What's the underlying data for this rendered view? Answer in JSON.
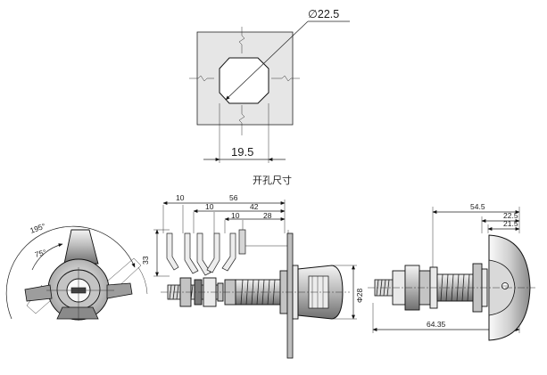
{
  "cutout": {
    "diameter_label": "∅22.5",
    "width_label": "19.5",
    "caption": "开孔尺寸"
  },
  "front_view": {
    "angle_outer": "195°",
    "angle_inner": "75°"
  },
  "side_view": {
    "dim_overall": "56",
    "dim_10_top": "10",
    "dim_10_mid": "10",
    "dim_42": "42",
    "dim_10_low": "10",
    "dim_28": "28",
    "dim_height": "33",
    "dim_diameter": "Φ28"
  },
  "right_view": {
    "dim_54_5": "54.5",
    "dim_22_5": "22.5",
    "dim_21_5": "21.5",
    "dim_64_35": "64.35"
  }
}
